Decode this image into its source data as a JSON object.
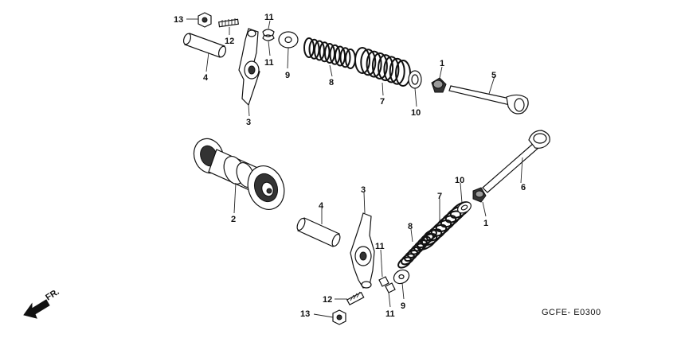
{
  "diagram": {
    "code": "GCFE- E0300",
    "direction_label": "FR.",
    "callouts": {
      "c13a": "13",
      "c12a": "12",
      "c11a": "11",
      "c11b": "11",
      "c9a": "9",
      "c4a": "4",
      "c3a": "3",
      "c8a": "8",
      "c7a": "7",
      "c10a": "10",
      "c1a": "1",
      "c5": "5",
      "c2": "2",
      "c4b": "4",
      "c3b": "3",
      "c7b": "7",
      "c10b": "10",
      "c6": "6",
      "c1b": "1",
      "c8b": "8",
      "c11c": "11",
      "c11d": "11",
      "c9b": "9",
      "c12b": "12",
      "c13b": "13"
    }
  }
}
